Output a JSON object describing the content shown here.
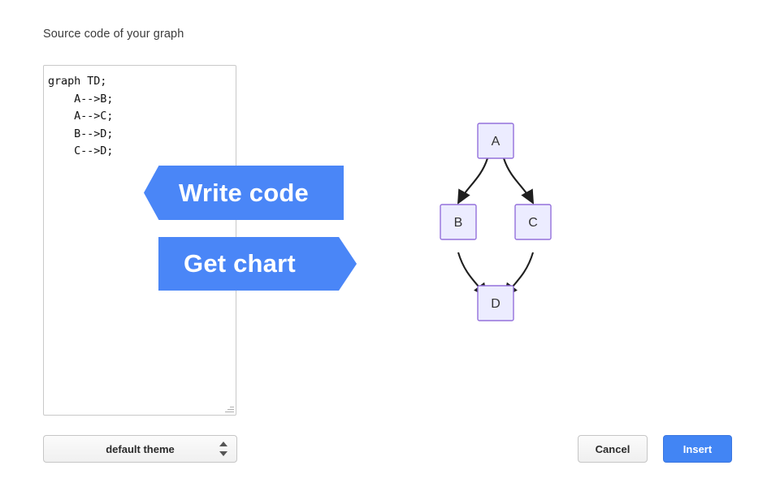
{
  "page": {
    "label": "Source code of your graph"
  },
  "editor": {
    "code": "graph TD;\n    A-->B;\n    A-->C;\n    B-->D;\n    C-->D;",
    "resize_grip_icon": "resize-grip-icon"
  },
  "banners": [
    {
      "text": "Write code",
      "direction": "left",
      "color": "#4a86f7"
    },
    {
      "text": "Get chart",
      "direction": "right",
      "color": "#4a86f7"
    }
  ],
  "graph": {
    "type": "flowchart",
    "direction": "TD",
    "node_fill": "#ececff",
    "node_stroke": "#9370db",
    "edge_color": "#1f1f1f",
    "nodes": [
      {
        "id": "A",
        "label": "A"
      },
      {
        "id": "B",
        "label": "B"
      },
      {
        "id": "C",
        "label": "C"
      },
      {
        "id": "D",
        "label": "D"
      }
    ],
    "edges": [
      {
        "from": "A",
        "to": "B"
      },
      {
        "from": "A",
        "to": "C"
      },
      {
        "from": "B",
        "to": "D"
      },
      {
        "from": "C",
        "to": "D"
      }
    ]
  },
  "footer": {
    "theme_select": {
      "value": "default theme",
      "stepper_icon": "stepper-updown-icon"
    },
    "cancel_label": "Cancel",
    "insert_label": "Insert",
    "insert_color": "#4285f4"
  }
}
